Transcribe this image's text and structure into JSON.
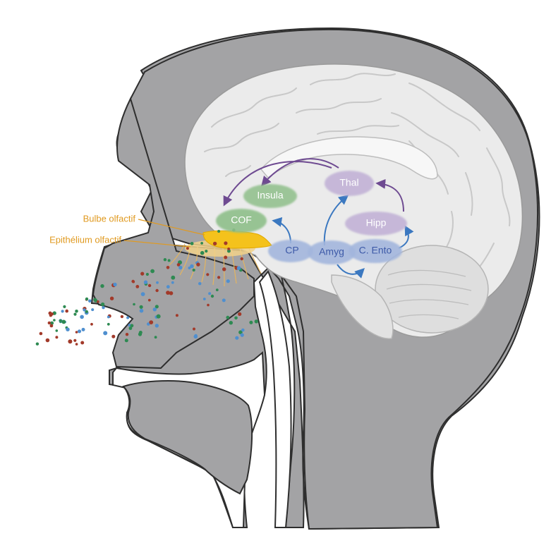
{
  "labels": {
    "bulbe": "Bulbe olfactif",
    "epithelium": "Epithélium olfactif"
  },
  "regions": {
    "insula": "Insula",
    "cof": "COF",
    "cp": "CP",
    "amyg": "Amyg",
    "ento": "C. Ento",
    "thal": "Thal",
    "hipp": "Hipp"
  },
  "colors": {
    "head": "#a3a3a5",
    "head_outline": "#2e2e2e",
    "brain": "#ebebeb",
    "brain_fold": "#c8c8c8",
    "green_region": "#8fbf8a",
    "green_text": "#ffffff",
    "blue_region": "#a3b6dd",
    "blue_text": "#3d5aa8",
    "purple_region": "#c2b2d6",
    "purple_text": "#ffffff",
    "blue_arrow": "#3b78c0",
    "purple_arrow": "#6e4a91",
    "bulb": "#f4c21c",
    "epithelium": "#f2d28a",
    "callout_text": "#e09a20",
    "dot_red": "#a23a2a",
    "dot_green": "#2e8a52",
    "dot_blue": "#4f8fcf"
  }
}
